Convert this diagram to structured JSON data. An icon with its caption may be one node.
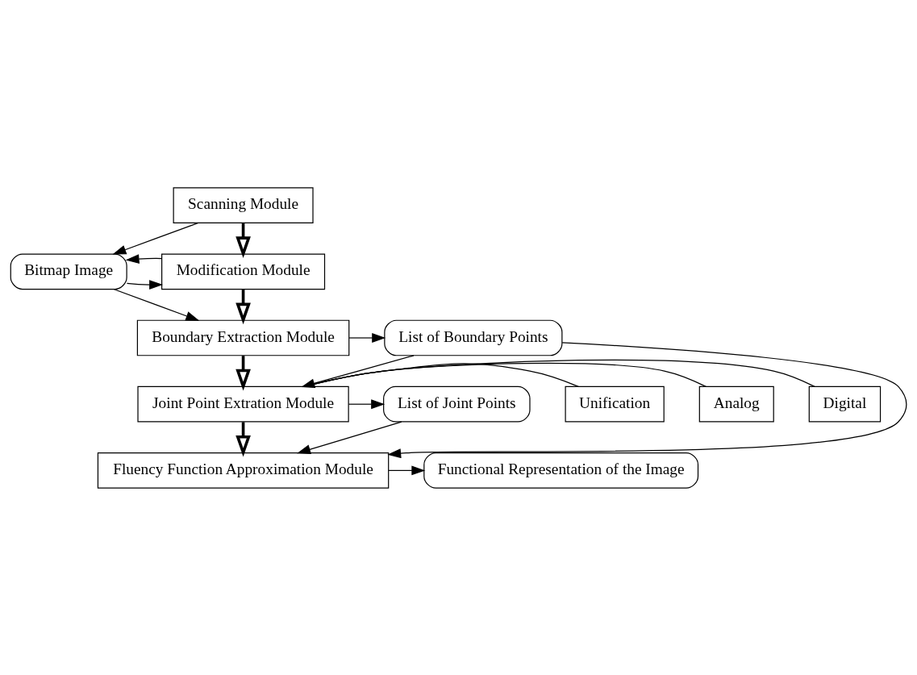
{
  "diagram": {
    "nodes": [
      {
        "text": [
          "Scanning Module"
        ]
      },
      {
        "text": [
          "Bitmap Image"
        ]
      },
      {
        "text": [
          "Modification Module"
        ]
      },
      {
        "text": [
          "Boundary Extraction Module"
        ]
      },
      {
        "text": [
          "List of Boundary Points"
        ]
      },
      {
        "text": [
          "Joint Point Extration Module"
        ]
      },
      {
        "text": [
          "Digital"
        ]
      },
      {
        "text": [
          "Analog"
        ]
      },
      {
        "text": [
          "Unification"
        ]
      },
      {
        "text": [
          "List of Joint Points"
        ]
      },
      {
        "text": [
          "Fluency Function Approximation Module"
        ]
      },
      {
        "text": [
          "Functional Representation of the Image"
        ]
      }
    ],
    "edges": [
      {
        "from": 0,
        "to": 1,
        "arrow": "to"
      },
      {
        "from": 0,
        "to": 2,
        "arrow": "to",
        "style": "thick"
      },
      {
        "from": 1,
        "to": 2,
        "arrow": "to"
      },
      {
        "from": 2,
        "to": 1,
        "arrow": "to"
      },
      {
        "from": 1,
        "to": 3,
        "arrow": "to"
      },
      {
        "from": 2,
        "to": 3,
        "arrow": "to",
        "style": "thick"
      },
      {
        "from": 3,
        "to": 4,
        "arrow": "to"
      },
      {
        "from": 3,
        "to": 5,
        "arrow": "to",
        "style": "thick"
      },
      {
        "from": 4,
        "to": 5,
        "arrow": "to"
      },
      {
        "from": 4,
        "to": 10,
        "arrow": "to"
      },
      {
        "from": 5,
        "to": 6,
        "arrow": "none"
      },
      {
        "from": 5,
        "to": 7,
        "arrow": "none"
      },
      {
        "from": 5,
        "to": 8,
        "arrow": "none"
      },
      {
        "from": 5,
        "to": 9,
        "arrow": "to"
      },
      {
        "from": 5,
        "to": 10,
        "arrow": "to",
        "style": "thick"
      },
      {
        "from": 9,
        "to": 10,
        "arrow": "to"
      },
      {
        "from": 10,
        "to": 11,
        "arrow": "to"
      }
    ]
  }
}
